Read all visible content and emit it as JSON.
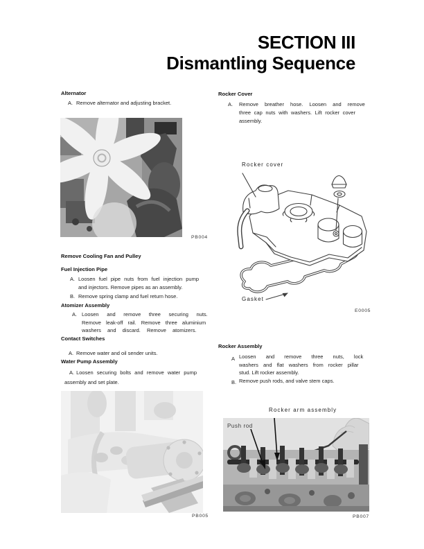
{
  "header": {
    "title": "SECTION III",
    "subtitle": "Dismantling Sequence"
  },
  "left_column": {
    "sections": [
      {
        "heading": "Alternator",
        "items": [
          {
            "marker": "A.",
            "lines": [
              "Remove alternator and adjusting bracket."
            ]
          }
        ]
      },
      {
        "heading": "Remove Cooling Fan and Pulley",
        "items": []
      },
      {
        "heading": "Fuel Injection Pipe",
        "items": [
          {
            "marker": "A.",
            "lines": [
              "Loosen fuel pipe nuts from fuel injection pump",
              "and injectors. Remove pipes as an assembly."
            ]
          },
          {
            "marker": "B.",
            "lines": [
              "Remove spring clamp and fuel return hose."
            ]
          }
        ]
      },
      {
        "heading": "Atomizer Assembly",
        "items": [
          {
            "marker": "A.",
            "lines": [
              "Loosen and remove three securing nuts.",
              "Remove leak-off rail. Remove three aluminium",
              "washers and discard. Remove atomizers."
            ]
          }
        ]
      },
      {
        "heading": "Contact Switches",
        "items": [
          {
            "marker": "A.",
            "lines": [
              "Remove water and oil sender units."
            ]
          }
        ]
      },
      {
        "heading": "Water Pump Assembly",
        "items": [
          {
            "marker": "A.",
            "lines": [
              "Loosen securing bolts and remove water pump",
              "assembly and set plate."
            ]
          }
        ]
      }
    ],
    "figures": [
      {
        "code": "PB004",
        "subject": "cooling-fan-and-alternator-photo"
      },
      {
        "code": "PB005",
        "subject": "water-pump-assembly-photo"
      }
    ]
  },
  "right_column": {
    "sections": [
      {
        "heading": "Rocker Cover",
        "items": [
          {
            "marker": "A.",
            "lines": [
              "Remove breather hose. Loosen and remove",
              "three cap nuts with washers. Lift rocker cover",
              "assembly."
            ]
          }
        ]
      },
      {
        "heading": "Rocker Assembly",
        "items": [
          {
            "marker": "A",
            "lines": [
              "Loosen and remove three nuts, lock",
              "washers and flat washers from rocker pillar",
              "stud. Lift rocker assembly."
            ]
          },
          {
            "marker": "B.",
            "lines": [
              "Remove push rods, and valve stem caps."
            ]
          }
        ]
      }
    ],
    "diagram": {
      "label_rocker_cover": "Rocker cover",
      "label_gasket": "Gasket",
      "code": "E0005"
    },
    "photo": {
      "label_above": "Rocker arm assembly",
      "label_inside": "Push rod",
      "code": "PB007"
    }
  },
  "colors": {
    "page_background": "#ffffff",
    "text": "#1c1c1c",
    "line_art": "#3f3f3f"
  }
}
